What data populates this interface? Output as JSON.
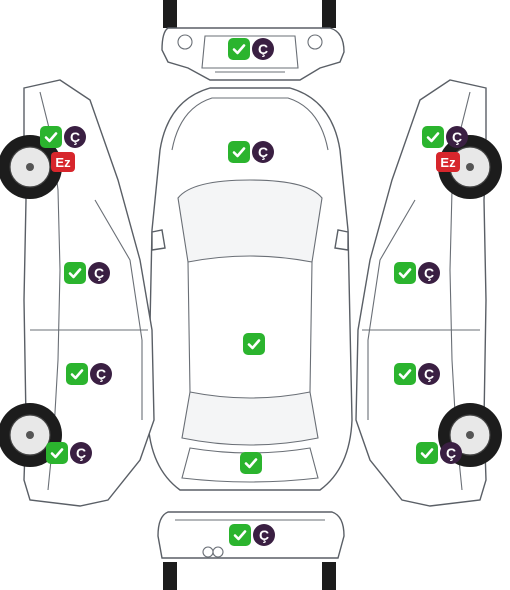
{
  "colors": {
    "ok": "#2bb42e",
    "code_bg": "#3a1f42",
    "ez_bg": "#d7262c"
  },
  "icons": {
    "ok": "check-icon"
  },
  "panels": [
    {
      "id": "front-bumper",
      "code": "Ç"
    },
    {
      "id": "hood",
      "code": "Ç"
    },
    {
      "id": "roof",
      "code": ""
    },
    {
      "id": "trunk",
      "code": ""
    },
    {
      "id": "rear-bumper",
      "code": "Ç"
    },
    {
      "id": "left-front-fender",
      "code": "Ç",
      "extra": "Ez"
    },
    {
      "id": "left-front-door",
      "code": "Ç"
    },
    {
      "id": "left-rear-door",
      "code": "Ç"
    },
    {
      "id": "left-rear-fender",
      "code": "Ç"
    },
    {
      "id": "right-front-fender",
      "code": "Ç",
      "extra": "Ez"
    },
    {
      "id": "right-front-door",
      "code": "Ç"
    },
    {
      "id": "right-rear-door",
      "code": "Ç"
    },
    {
      "id": "right-rear-fender",
      "code": "Ç"
    }
  ]
}
